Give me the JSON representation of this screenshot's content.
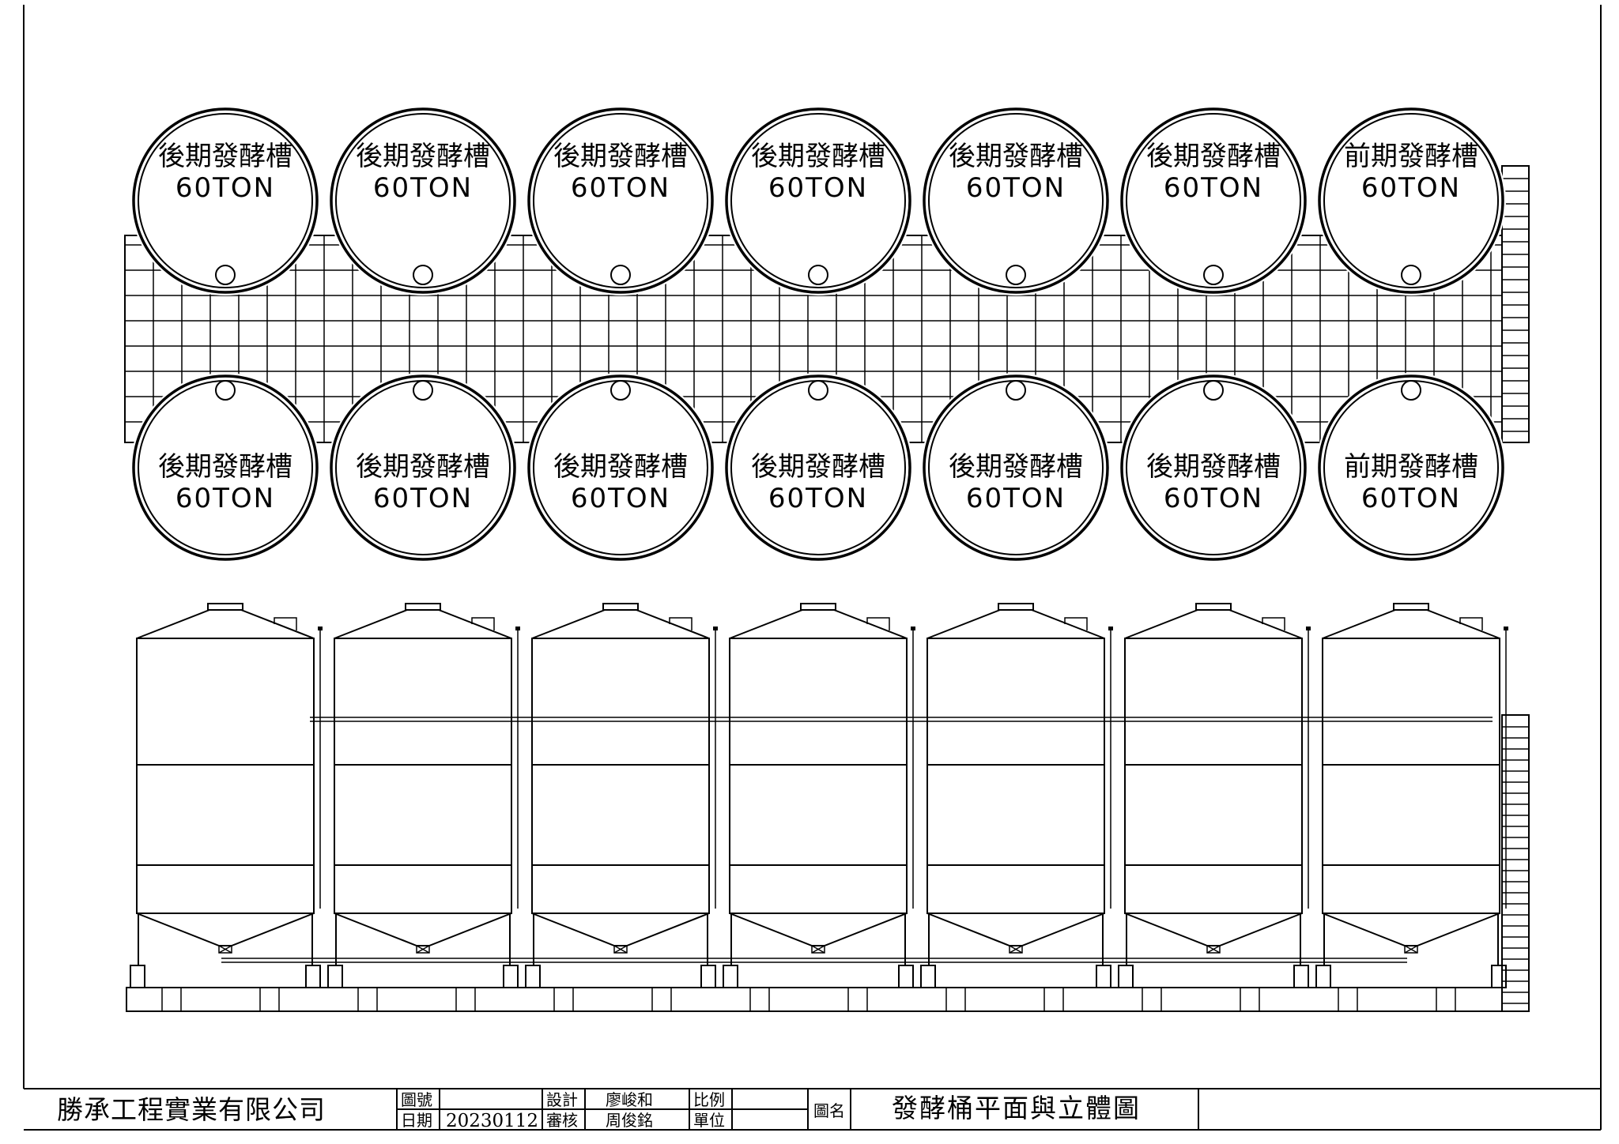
{
  "plan": {
    "top_row": [
      {
        "name": "後期發酵槽",
        "capacity": "60TON"
      },
      {
        "name": "後期發酵槽",
        "capacity": "60TON"
      },
      {
        "name": "後期發酵槽",
        "capacity": "60TON"
      },
      {
        "name": "後期發酵槽",
        "capacity": "60TON"
      },
      {
        "name": "後期發酵槽",
        "capacity": "60TON"
      },
      {
        "name": "後期發酵槽",
        "capacity": "60TON"
      },
      {
        "name": "前期發酵槽",
        "capacity": "60TON"
      }
    ],
    "bottom_row": [
      {
        "name": "後期發酵槽",
        "capacity": "60TON"
      },
      {
        "name": "後期發酵槽",
        "capacity": "60TON"
      },
      {
        "name": "後期發酵槽",
        "capacity": "60TON"
      },
      {
        "name": "後期發酵槽",
        "capacity": "60TON"
      },
      {
        "name": "後期發酵槽",
        "capacity": "60TON"
      },
      {
        "name": "後期發酵槽",
        "capacity": "60TON"
      },
      {
        "name": "前期發酵槽",
        "capacity": "60TON"
      }
    ]
  },
  "elevation": {
    "tank_count": 7
  },
  "title_block": {
    "company": "勝承工程實業有限公司",
    "drawing_no_label": "圖號",
    "drawing_no": "",
    "date_label": "日期",
    "date": "20230112",
    "design_label": "設計",
    "designer": "廖峻和",
    "review_label": "審核",
    "reviewer": "周俊銘",
    "scale_label": "比例",
    "scale": "",
    "unit_label": "單位",
    "unit": "",
    "drawing_name_label": "圖名",
    "drawing_name": "發酵桶平面與立體圖"
  }
}
